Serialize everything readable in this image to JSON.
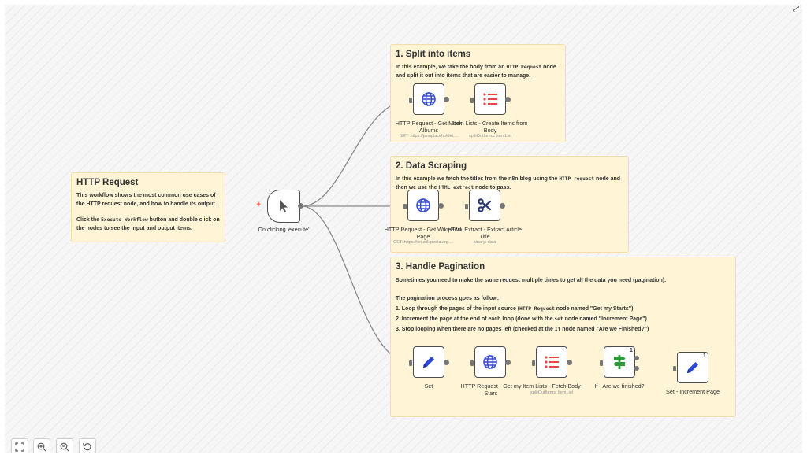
{
  "notes": {
    "http": {
      "title": "HTTP Request",
      "line1": "This workflow shows the most common use cases of the HTTP request node, and how to handle its output",
      "line2_pre": "Click the ",
      "line2_code": "Execute Workflow",
      "line2_post": " button and double click on the nodes to see the input and output items."
    },
    "split": {
      "title": "1. Split into items",
      "t1": "In this example, we take the body from an ",
      "code1": "HTTP Request",
      "t2": " node and split it out into items that are easier to manage."
    },
    "scraping": {
      "title": "2. Data Scraping",
      "t1": "In this example we fetch the titles from the n8n blog using the ",
      "code1": "HTTP request",
      "t2": " node and then we use the ",
      "code2": "HTML extract",
      "t3": " node to pass."
    },
    "pagination": {
      "title": "3. Handle Pagination",
      "intro": "Sometimes you need to make the same request multiple times to get all the data you need (pagination).",
      "process": "The pagination process goes as follow:",
      "s1_pre": "1. Loop through the pages of the input source (",
      "s1_code": "HTTP Request",
      "s1_post": " node named \"Get my Starts\")",
      "s2_pre": "2. Increment the page at the end of each loop (done with the ",
      "s2_code": "set",
      "s2_post": " node named \"Increment Page\")",
      "s3_pre": "3. Stop looping when there are no pages left (checked at the ",
      "s3_code": "If",
      "s3_post": " node named \"Are we Finished?\")"
    }
  },
  "nodes": {
    "trigger": {
      "label": "On clicking 'execute'",
      "icon": "pointer-icon"
    },
    "mock_albums": {
      "label": "HTTP Request - Get Mock Albums",
      "sub": "GET: https://jsonplaceholder....",
      "icon": "globe-icon"
    },
    "create_items": {
      "label": "Item Lists - Create Items from Body",
      "sub": "splitOutItems: itemList",
      "icon": "list-icon"
    },
    "wikipedia": {
      "label": "HTTP Request - Get Wikipedia Page",
      "sub": "GET: https://en.wikipedia.org....",
      "icon": "globe-icon"
    },
    "html_extract": {
      "label": "HTML Extract - Extract Article Title",
      "sub": "binary: data",
      "icon": "scissors-icon"
    },
    "set": {
      "label": "Set",
      "icon": "pencil-icon"
    },
    "get_stars": {
      "label": "HTTP Request - Get my Stars",
      "icon": "globe-icon"
    },
    "fetch_body": {
      "label": "Item Lists - Fetch Body",
      "sub": "splitOutItems: itemList",
      "icon": "list-icon"
    },
    "if_finished": {
      "label": "If - Are we finished?",
      "badge": "1",
      "false_label": "false",
      "icon": "signpost-icon"
    },
    "increment": {
      "label": "Set - Increment Page",
      "badge": "1",
      "icon": "pencil-icon"
    }
  },
  "toolbar": {
    "fit": "fit-view-icon",
    "zoom_in": "zoom-in-icon",
    "zoom_out": "zoom-out-icon",
    "reset": "reset-zoom-icon"
  },
  "colors": {
    "accent": "#ff6d5a",
    "globe": "#3b4fd1",
    "list": "#e9473f",
    "pencil": "#2b48d8",
    "scissors": "#2a3870",
    "signpost": "#2e9a3a",
    "sticky": "#fff5d6"
  }
}
